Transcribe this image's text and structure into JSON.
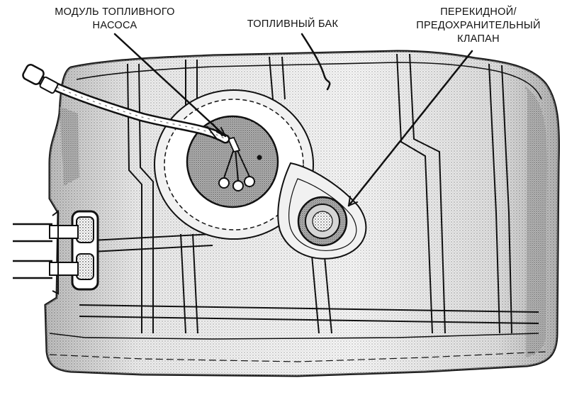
{
  "labels": {
    "pump_module": [
      "МОДУЛЬ ТОПЛИВНОГО",
      "НАСОСА"
    ],
    "fuel_tank": [
      "ТОПЛИВНЫЙ БАК"
    ],
    "rollover_valve": [
      "ПЕРЕКИДНОЙ/",
      "ПРЕДОХРАНИТЕЛЬНЫЙ",
      "КЛАПАН"
    ]
  },
  "colors": {
    "line": "#111111",
    "shade": "#8a8a8a",
    "background": "#ffffff"
  }
}
